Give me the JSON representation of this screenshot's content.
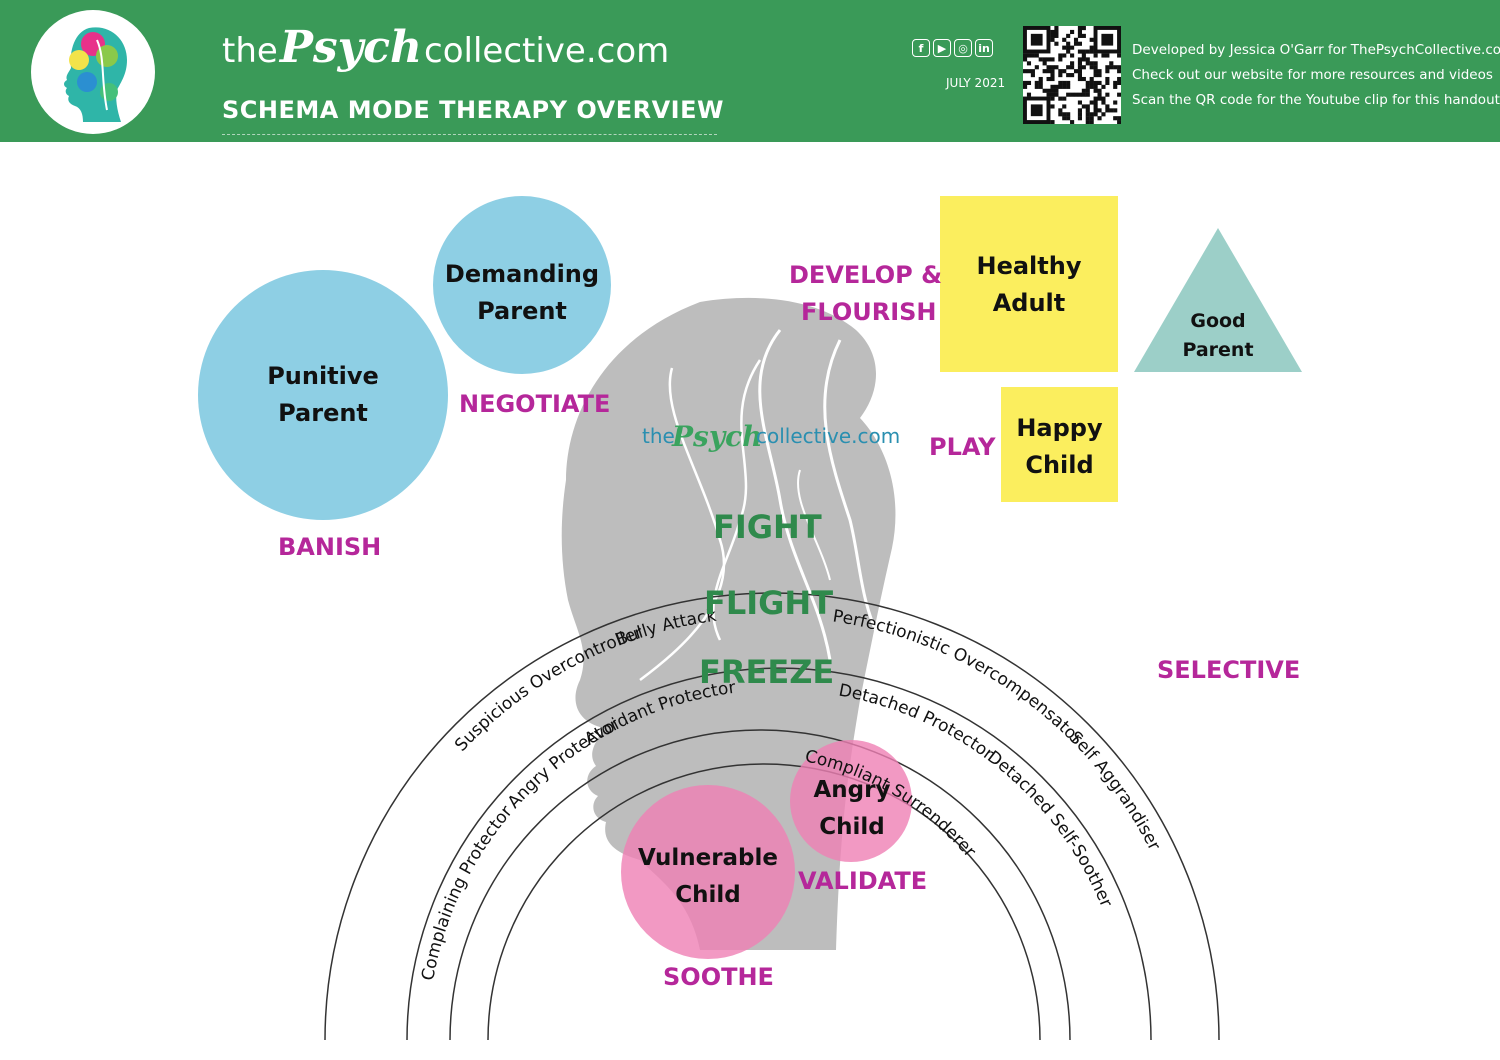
{
  "header": {
    "brand_the": "the",
    "brand_psych": "Psych",
    "brand_collective": "collective.com",
    "subtitle": "SCHEMA MODE THERAPY OVERVIEW",
    "date": "JULY 2021",
    "info_lines": [
      "Developed by Jessica O'Garr for ThePsychCollective.com",
      "Check out our website for more resources and videos",
      "Scan the QR code for the Youtube clip for this handout"
    ],
    "social_icons": [
      "facebook-icon",
      "youtube-icon",
      "instagram-icon",
      "linkedin-icon"
    ]
  },
  "watermark": {
    "the": "the",
    "psych": "Psych",
    "collective": "collective.com"
  },
  "modes": {
    "punitive_parent": {
      "line1": "Punitive",
      "line2": "Parent",
      "action": "BANISH"
    },
    "demanding_parent": {
      "line1": "Demanding",
      "line2": "Parent",
      "action": "NEGOTIATE"
    },
    "healthy_adult": {
      "line1": "Healthy",
      "line2": "Adult",
      "action_line1": "DEVELOP &",
      "action_line2": "FLOURISH"
    },
    "good_parent": {
      "line1": "Good",
      "line2": "Parent"
    },
    "happy_child": {
      "line1": "Happy",
      "line2": "Child",
      "action": "PLAY"
    },
    "angry_child": {
      "line1": "Angry",
      "line2": "Child",
      "action": "VALIDATE"
    },
    "vulnerable_child": {
      "line1": "Vulnerable",
      "line2": "Child",
      "action": "SOOTHE"
    }
  },
  "stages": {
    "fight": "FIGHT",
    "flight": "FLIGHT",
    "freeze": "FREEZE"
  },
  "arc_action": "SELECTIVE",
  "coping_modes": {
    "bully_attack": "Bully Attack",
    "suspicious_overcontroller": "Suspicious Overcontroller",
    "avoidant_protector": "Avoidant Protector",
    "angry_protector": "Angry Protector",
    "complaining_protector": "Complaining Protector",
    "perfectionistic_overcompensator": "Perfectionistic Overcompensator",
    "self_aggrandiser": "Self Aggrandiser",
    "detached_protector": "Detached Protector",
    "detached_self_soother": "Detached Self-Soother",
    "compliant_surrenderer": "Compliant Surrenderer"
  },
  "colors": {
    "header_green": "#3a9a58",
    "magenta": "#b5279a",
    "blue": "#8ecfe4",
    "yellow": "#fbee5e",
    "teal": "#9ccfc8",
    "pink": "#f29ac6",
    "gray_head": "#bdbdbd",
    "stage_green": "#2f8a4c"
  }
}
